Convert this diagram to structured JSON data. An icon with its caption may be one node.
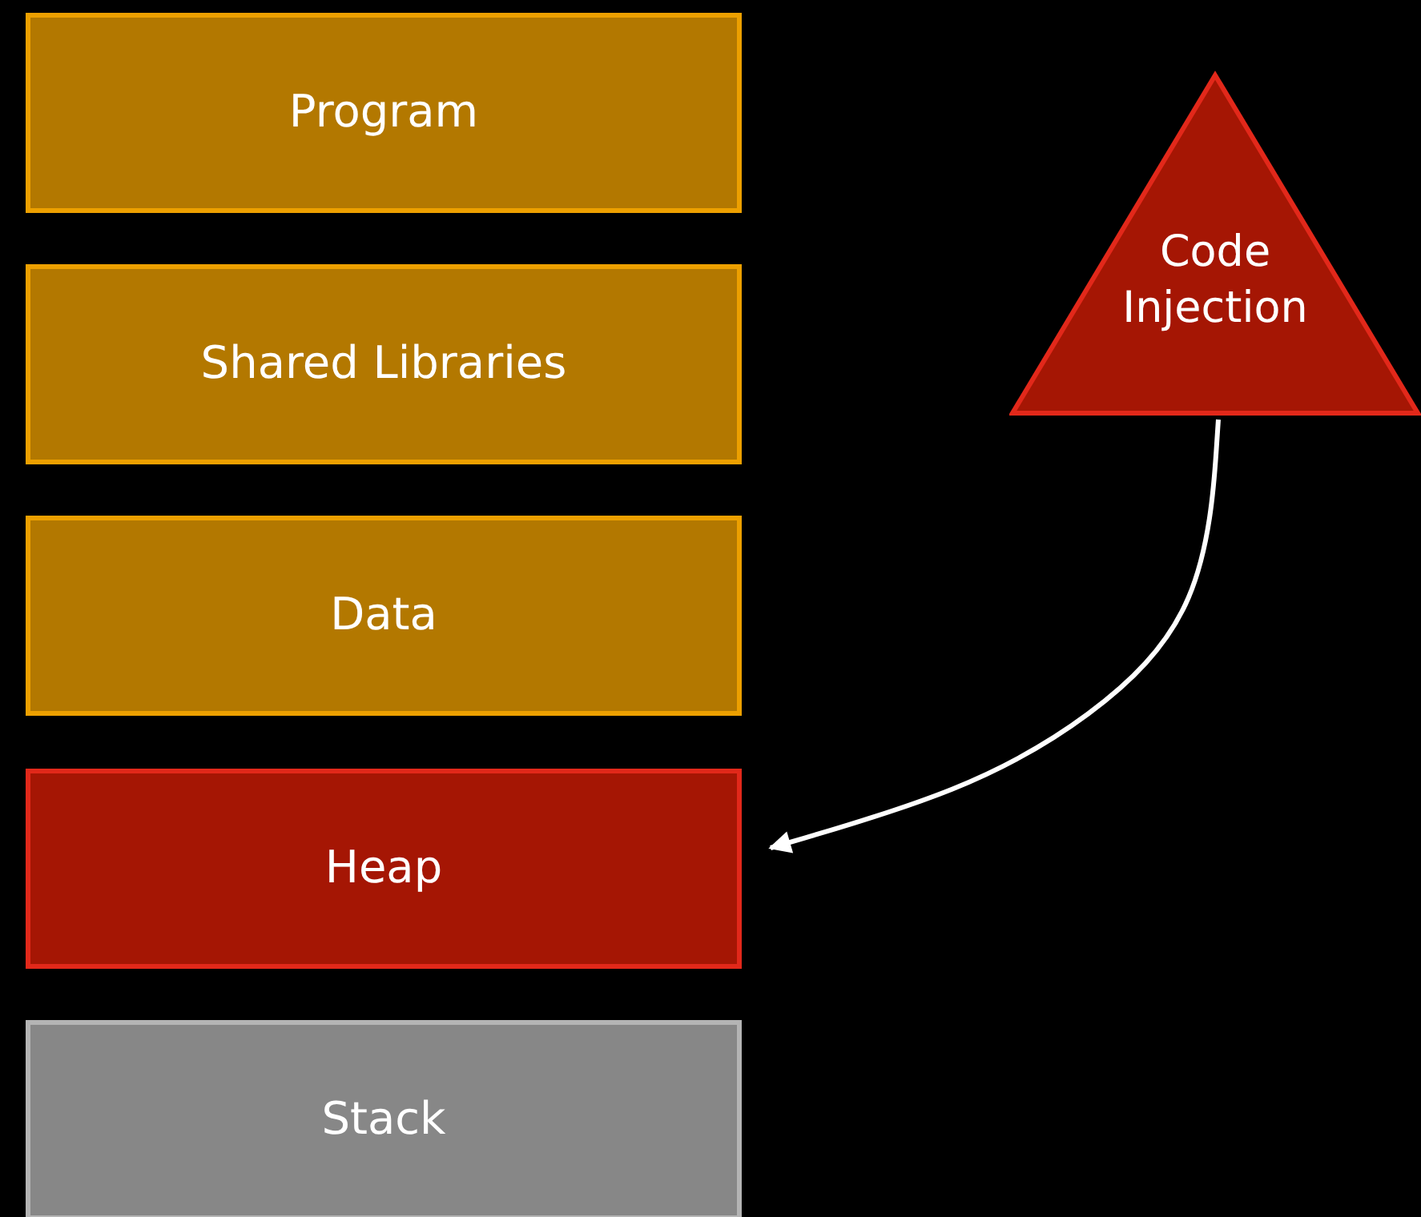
{
  "diagram": {
    "nodes": [
      {
        "text": [
          "Program"
        ]
      },
      {
        "text": [
          "Shared Libraries"
        ]
      },
      {
        "text": [
          "Data"
        ]
      },
      {
        "text": [
          "Heap"
        ]
      },
      {
        "text": [
          "Stack"
        ]
      },
      {
        "text": [
          "Code Injection"
        ]
      }
    ],
    "edges": [
      {
        "from": 5,
        "to": 3,
        "arrow": "to"
      }
    ]
  }
}
